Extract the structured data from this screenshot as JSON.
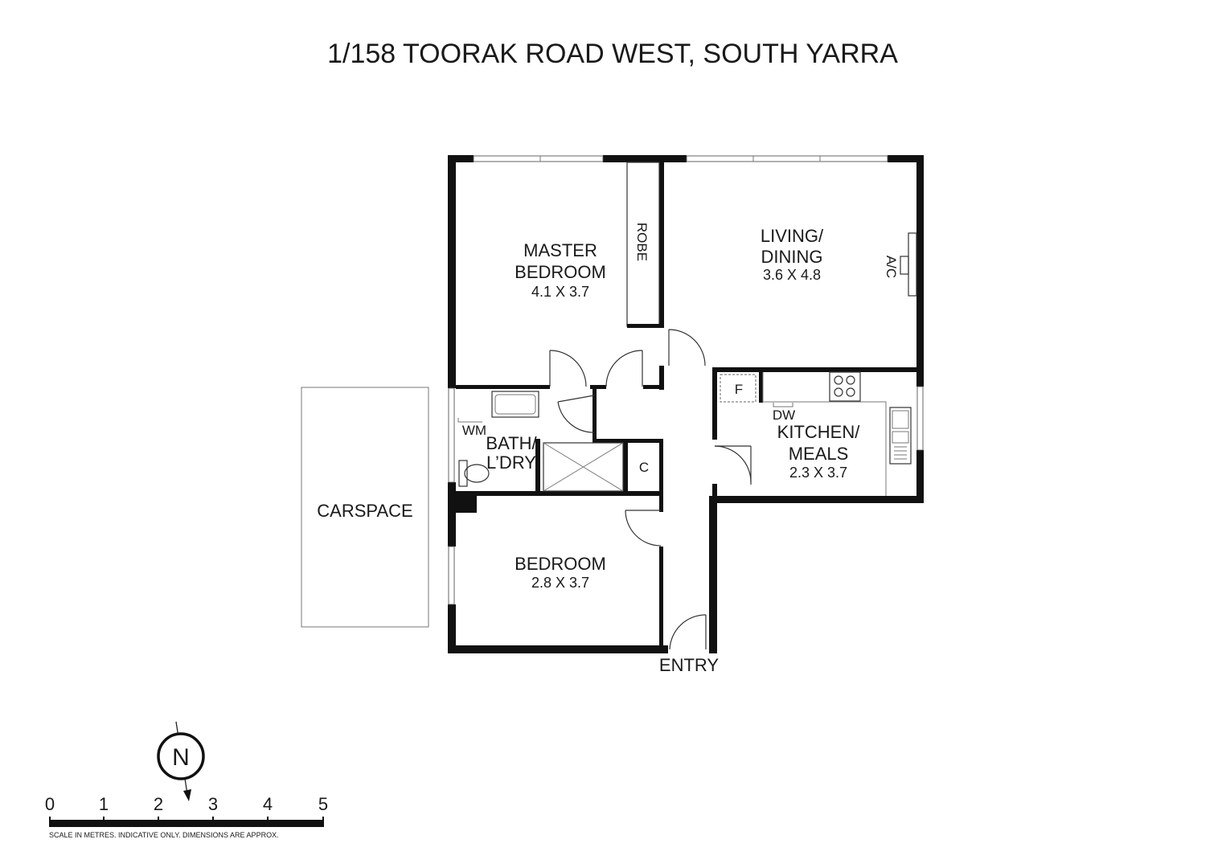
{
  "title": "1/158 TOORAK ROAD WEST, SOUTH YARRA",
  "rooms": {
    "master": {
      "line1": "MASTER",
      "line2": "BEDROOM",
      "dims": "4.1 X 3.7"
    },
    "robe": "ROBE",
    "living": {
      "line1": "LIVING/",
      "line2": "DINING",
      "dims": "3.6 X 4.8"
    },
    "ac": "A/C",
    "fridge": "F",
    "dishwasher": "DW",
    "kitchen": {
      "line1": "KITCHEN/",
      "line2": "MEALS",
      "dims": "2.3 X 3.7"
    },
    "wm": "WM",
    "bath": {
      "line1": "BATH/",
      "line2": "L’DRY"
    },
    "cupboard": "C",
    "carspace": "CARSPACE",
    "bedroom": {
      "line1": "BEDROOM",
      "dims": "2.8 X 3.7"
    },
    "entry": "ENTRY"
  },
  "compass": {
    "label": "N"
  },
  "scale": {
    "ticks": [
      "0",
      "1",
      "2",
      "3",
      "4",
      "5"
    ],
    "note": "SCALE IN METRES. INDICATIVE ONLY. DIMENSIONS ARE APPROX."
  }
}
